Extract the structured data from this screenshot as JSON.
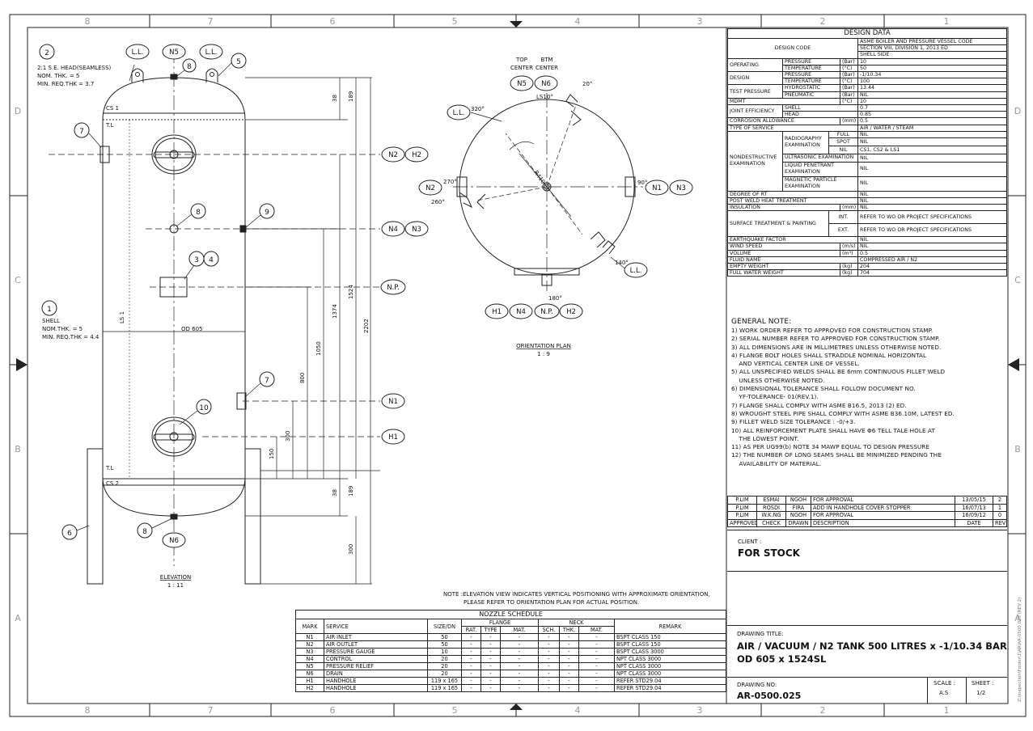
{
  "border": {
    "columns": [
      "8",
      "7",
      "6",
      "5",
      "4",
      "3",
      "2",
      "1"
    ],
    "rows": [
      "D",
      "C",
      "B",
      "A"
    ]
  },
  "elevation": {
    "title": "ELEVATION",
    "scale": "1 : 11",
    "head_note": [
      "2:1 S.E. HEAD(SEAMLESS)",
      "NOM. THK. = 5",
      "MIN. REQ.THK  = 3.7"
    ],
    "shell_note": [
      "SHELL",
      "NOM.THK. = 5",
      "MIN. REQ.THK = 4.4"
    ],
    "labels": {
      "cs1": "CS 1",
      "cs2": "CS 2",
      "tl_top": "T.L",
      "tl_bot": "T.L",
      "ls1": "LS 1",
      "od": "OD 605"
    },
    "dims": [
      "38",
      "189",
      "1524",
      "2202",
      "1374",
      "1050",
      "800",
      "300",
      "150",
      "38",
      "189",
      "300"
    ],
    "callouts": [
      "2",
      "5",
      "8",
      "7",
      "8",
      "9",
      "3",
      "4",
      "1",
      "7",
      "10",
      "6",
      "8"
    ],
    "tags": [
      "L.L.",
      "N5",
      "L.L.",
      "N2",
      "H2",
      "N4",
      "N3",
      "N.P.",
      "N1",
      "H1",
      "N6"
    ]
  },
  "orientation": {
    "title": "ORIENTATION PLAN",
    "scale": "1 : 9",
    "top_labels": [
      "TOP",
      "BTM",
      "CENTER",
      "CENTER"
    ],
    "angles": [
      "320°",
      "0°",
      "20°",
      "270°",
      "260°",
      "90°",
      "180°",
      "140°"
    ],
    "ls_label": "LS1",
    "radius": "R410",
    "tags": [
      "N5",
      "N6",
      "L.L.",
      "N2",
      "N1",
      "N3",
      "L.L.",
      "H1",
      "N4",
      "N.P.",
      "H2"
    ]
  },
  "note": [
    "NOTE :ELEVATION VIEW INDICATES VERTICAL POSITIONING WITH APPROXIMATE ORIENTATION,",
    "PLEASE REFER TO ORIENTATION PLAN FOR ACTUAL POSITION."
  ],
  "nozzle_schedule": {
    "title": "NOZZLE SCHEDULE",
    "headers": {
      "mark": "MARK",
      "service": "SERVICE",
      "size": "SIZE/DN",
      "flange": "FLANGE",
      "neck": "NECK",
      "remark": "REMARK",
      "rat": "RAT.",
      "type": "TYPE",
      "mat": "MAT.",
      "sch": "SCH.",
      "thk": "THK.",
      "mat2": "MAT."
    },
    "rows": [
      [
        "N1",
        "AIR INLET",
        "50",
        "-",
        "-",
        "-",
        "-",
        "-",
        "-",
        "BSPT CLASS 150"
      ],
      [
        "N2",
        "AIR OUTLET",
        "50",
        "-",
        "-",
        "-",
        "-",
        "-",
        "-",
        "BSPT CLASS 150"
      ],
      [
        "N3",
        "PRESSURE GAUGE",
        "10",
        "-",
        "-",
        "-",
        "-",
        "-",
        "-",
        "BSPT CLASS 3000"
      ],
      [
        "N4",
        "CONTROL",
        "20",
        "-",
        "-",
        "-",
        "-",
        "-",
        "-",
        "NPT CLASS 3000"
      ],
      [
        "N5",
        "PRESSURE RELIEF",
        "20",
        "-",
        "-",
        "-",
        "-",
        "-",
        "-",
        "NPT CLASS 3000"
      ],
      [
        "N6",
        "DRAIN",
        "20",
        "-",
        "-",
        "-",
        "-",
        "-",
        "-",
        "NPT CLASS 3000"
      ],
      [
        "H1",
        "HANDHOLE",
        "119 x 165",
        "-",
        "-",
        "-",
        "-",
        "-",
        "-",
        "REFER STD29.04"
      ],
      [
        "H2",
        "HANDHOLE",
        "119 x 165",
        "-",
        "-",
        "-",
        "-",
        "-",
        "-",
        "REFER STD29.04"
      ]
    ]
  },
  "design_data": {
    "title": "DESIGN DATA",
    "design_code_label": "DESIGN CODE",
    "design_code": [
      "ASME BOILER AND PRESSURE VESSEL CODE",
      "SECTION VIII, DIVISION 1, 2013 ED",
      "SHELL SIDE"
    ],
    "operating": {
      "label": "OPERATING",
      "rows": [
        [
          "PRESSURE",
          "(Bar)",
          "10"
        ],
        [
          "TEMPERATURE",
          "(°C)",
          "50"
        ]
      ]
    },
    "design": {
      "label": "DESIGN",
      "rows": [
        [
          "PRESSURE",
          "(Bar)",
          "-1/10.34"
        ],
        [
          "TEMPERATURE",
          "(°C)",
          "100"
        ]
      ]
    },
    "test": {
      "label": "TEST PRESSURE",
      "rows": [
        [
          "HYDROSTATIC",
          "(Bar)",
          "13.44"
        ],
        [
          "PNEUMATIC",
          "(Bar)",
          "NIL"
        ]
      ]
    },
    "mdmt": [
      "MDMT",
      "(°C)",
      "10"
    ],
    "joint": {
      "label": "JOINT EFFICIENCY",
      "rows": [
        [
          "SHELL",
          "0.7"
        ],
        [
          "HEAD",
          "0.85"
        ]
      ]
    },
    "corrosion": [
      "CORROSION ALLOWANCE",
      "(mm)",
      "0.5"
    ],
    "service": [
      "TYPE OF SERVICE",
      "AIR / WATER / STEAM"
    ],
    "nde": {
      "label": "NONDESTRUCTIVE EXAMINATION",
      "radiography": "RADIOGRAPHY EXAMINATION",
      "full": [
        "FULL",
        "NIL"
      ],
      "spot": [
        "SPOT",
        "NIL"
      ],
      "nil": [
        "NIL",
        "CS1, CS2 & LS1"
      ],
      "ut": [
        "ULTRASONIC EXAMINATION",
        "NIL"
      ],
      "lp": [
        "LIQUID PENETRANT EXAMINATION",
        "NIL"
      ],
      "mp": [
        "MAGNETIC PARTICLE EXAMINATION",
        "NIL"
      ]
    },
    "degree_rt": [
      "DEGREE OF RT",
      "NIL"
    ],
    "pwht": [
      "POST WELD HEAT TREATMENT",
      "NIL"
    ],
    "insulation": [
      "INSULATION",
      "(mm)",
      "NIL"
    ],
    "surface": {
      "label": "SURFACE TREATMENT & PAINTING",
      "int": [
        "INT.",
        "REFER TO WO OR PROJECT SPECIFICATIONS"
      ],
      "ext": [
        "EXT.",
        "REFER TO WO OR PROJECT SPECIFICATIONS"
      ]
    },
    "earthquake": [
      "EARTHQUAKE FACTOR",
      "NIL"
    ],
    "wind": [
      "WIND SPEED",
      "(m/s)",
      "NIL"
    ],
    "volume": [
      "VOLUME",
      "(m³)",
      "0.5"
    ],
    "fluid": [
      "FLUID NAME",
      "COMPRESSED AIR / N2"
    ],
    "empty_weight": [
      "EMPTY WEIGHT",
      "(kg)",
      "204"
    ],
    "water_weight": [
      "FULL WATER WEIGHT",
      "(kg)",
      "704"
    ]
  },
  "general_notes": {
    "title": "GENERAL NOTE:",
    "lines": [
      "1) WORK ORDER REFER TO APPROVED FOR CONSTRUCTION STAMP.",
      "2) SERIAL NUMBER REFER TO APPROVED FOR CONSTRUCTION STAMP.",
      "3) ALL DIMENSIONS ARE IN MILLIMETRES UNLESS OTHERWISE NOTED.",
      "4) FLANGE BOLT HOLES SHALL STRADDLE NOMINAL HORIZONTAL",
      "    AND VERTICAL CENTER LINE OF VESSEL.",
      "5) ALL UNSPECIFIED WELDS SHALL BE 6mm CONTINUOUS FILLET WELD",
      "    UNLESS OTHERWISE NOTED.",
      "6) DIMENSIONAL TOLERANCE SHALL FOLLOW DOCUMENT NO.",
      "    YF-TOLERANCE- 01(REV.1).",
      "7) FLANGE SHALL COMPLY WITH ASME B16.5, 2013 (2) ED.",
      "8) WROUGHT STEEL PIPE SHALL COMPLY WITH ASME B36.10M, LATEST ED.",
      "9) FILLET WELD SIZE TOLERANCE : -0/+3.",
      "10) ALL REINFORCEMENT PLATE SHALL HAVE Φ6 TELL TALE HOLE AT",
      "    THE LOWEST POINT.",
      "11) AS PER UG99(b) NOTE 34 MAWP EQUAL TO  DESIGN PRESSURE",
      "12) THE NUMBER OF LONG SEAMS SHALL BE MINIMIZED PENDING THE",
      "    AVAILABILITY OF MATERIAL."
    ]
  },
  "revisions": {
    "rows": [
      [
        "P.LIM",
        "ESMAI",
        "NGOH",
        "FOR APPROVAL",
        "13/05/15",
        "2"
      ],
      [
        "P.LIM",
        "ROSDI",
        "FIRA",
        "ADD IN HANDHOLE COVER STOPPER",
        "16/07/13",
        "1"
      ],
      [
        "P.LIM",
        "W.K.NG",
        "NGOH",
        "FOR APPROVAL",
        "16/09/12",
        "0"
      ]
    ],
    "headers": [
      "APPROVED",
      "CHECK",
      "DRAWN",
      "DESCRIPTION",
      "DATE",
      "REV"
    ]
  },
  "title_block": {
    "client_label": "CLIENT :",
    "client": "FOR STOCK",
    "drawing_title_label": "DRAWING  TITLE:",
    "drawing_title_1": "AIR / VACUUM / N2 TANK 500 LITRES x -1/10.34 BAR",
    "drawing_title_2": "OD 605 x 1524SL",
    "drawing_no_label": "DRAWING  NO:",
    "drawing_no": "AR-0500.025",
    "scale_label": "SCALE :",
    "scale": "A.S",
    "sheet_label": "SHEET :",
    "sheet": "1/2"
  },
  "file_path": "Z:\\Inspection\\Folder\\1\\AR\\AR-0500.025 (REV 2)"
}
